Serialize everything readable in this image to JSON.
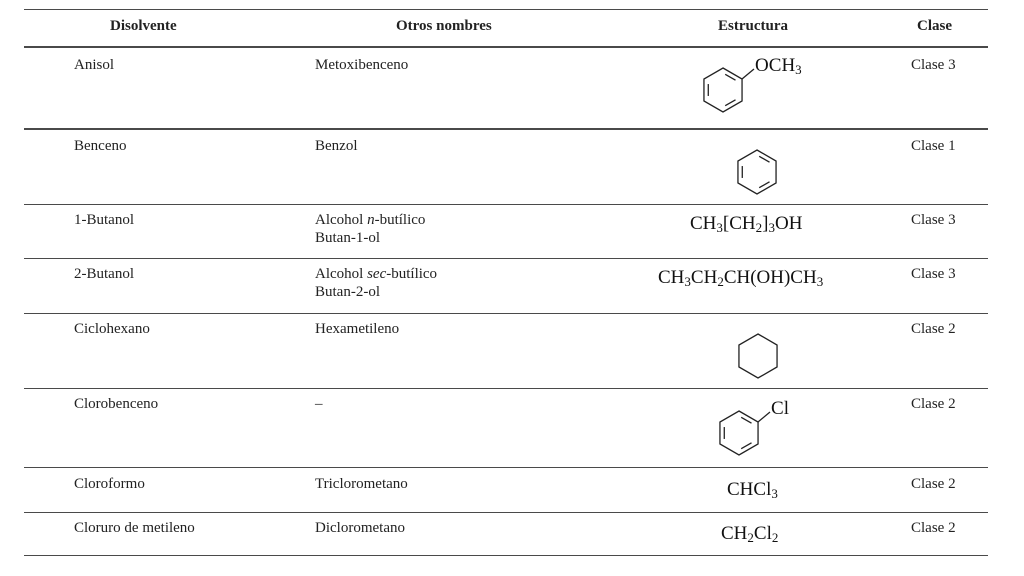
{
  "table": {
    "headers": [
      "Disolvente",
      "Otros nombres",
      "Estructura",
      "Clase"
    ],
    "rows": [
      {
        "solvent": "Anisol",
        "other_names": [
          "Metoxibenceno"
        ],
        "structure": {
          "type": "benzene-ring",
          "substituent": {
            "parts": [
              "OCH",
              "3"
            ]
          }
        },
        "class": "Clase 3"
      },
      {
        "solvent": "Benceno",
        "other_names": [
          "Benzol"
        ],
        "structure": {
          "type": "benzene-ring"
        },
        "class": "Clase 1"
      },
      {
        "solvent": "1-Butanol",
        "other_names": [
          {
            "before": "Alcohol ",
            "italic": "n",
            "after": "-butílico"
          },
          "Butan-1-ol"
        ],
        "structure": {
          "type": "formula",
          "parts": [
            "CH",
            "3",
            "[CH",
            "2",
            "]",
            "3",
            "OH"
          ]
        },
        "class": "Clase 3"
      },
      {
        "solvent": "2-Butanol",
        "other_names": [
          {
            "before": "Alcohol ",
            "italic": "sec",
            "after": "-butílico"
          },
          "Butan-2-ol"
        ],
        "structure": {
          "type": "formula",
          "parts": [
            "CH",
            "3",
            "CH",
            "2",
            "CH(OH)CH",
            "3"
          ]
        },
        "class": "Clase 3"
      },
      {
        "solvent": "Ciclohexano",
        "other_names": [
          "Hexametileno"
        ],
        "structure": {
          "type": "cyclohexane-ring"
        },
        "class": "Clase 2"
      },
      {
        "solvent": "Clorobenceno",
        "other_names": [
          "–"
        ],
        "structure": {
          "type": "benzene-ring",
          "substituent": {
            "parts": [
              "Cl"
            ]
          }
        },
        "class": "Clase 2"
      },
      {
        "solvent": "Cloroformo",
        "other_names": [
          "Triclorometano"
        ],
        "structure": {
          "type": "formula",
          "parts": [
            "CHCl",
            "3"
          ]
        },
        "class": "Clase 2"
      },
      {
        "solvent": "Cloruro de metileno",
        "other_names": [
          "Diclorometano"
        ],
        "structure": {
          "type": "formula",
          "parts": [
            "CH",
            "2",
            "Cl",
            "2"
          ]
        },
        "class": "Clase 2"
      }
    ]
  }
}
